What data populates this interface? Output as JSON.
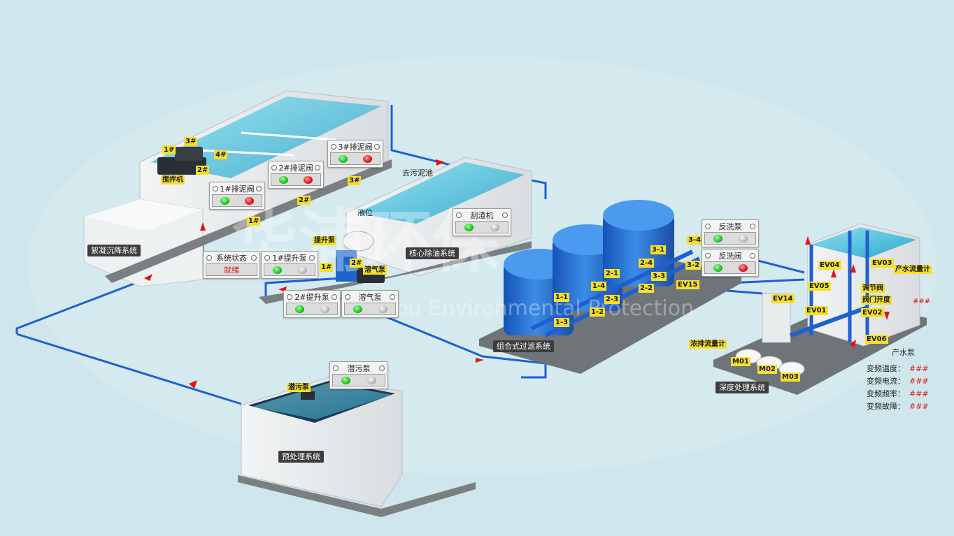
{
  "watermark": {
    "cn": "华浦环保",
    "en": "Huapu Environmental Protection"
  },
  "systems": {
    "flocculation": "絮凝沉降系统",
    "oil_removal": "核心除油系统",
    "filtration": "组合式过滤系统",
    "pretreatment": "预处理系统",
    "deep_treatment": "深度处理系统"
  },
  "labels": {
    "to_sludge": "去污泥池",
    "level": "液位",
    "mixer": "搅拌机",
    "lift_pump": "提升泵",
    "dissolved_air_pump": "溶气泵",
    "sewage_pump": "潜污泵",
    "conc_flowmeter": "浓排流量计",
    "product_flowmeter": "产水流量计",
    "regulating_valve": "调节阀",
    "valve_opening": "阀门开度",
    "valve_opening_value": "###",
    "product_pump": "产水泵"
  },
  "tags": {
    "mixer_nums": [
      "1#",
      "2#",
      "3#",
      "4#"
    ],
    "drain_nums": [
      "1#",
      "2#",
      "3#"
    ],
    "lift_nums": [
      "1#",
      "2#"
    ],
    "filters": [
      "1-1",
      "1-2",
      "1-3",
      "1-4",
      "2-1",
      "2-2",
      "2-3",
      "2-4",
      "3-1",
      "3-2",
      "3-3",
      "3-4"
    ],
    "valves": [
      "EV01",
      "EV02",
      "EV03",
      "EV04",
      "EV05",
      "EV06",
      "EV14",
      "EV15"
    ],
    "membranes": [
      "M01",
      "M02",
      "M03"
    ]
  },
  "panels": {
    "drain1": "1#排泥阀",
    "drain2": "2#排泥阀",
    "drain3": "3#排泥阀",
    "sys_status": "系统状态",
    "sys_status_value": "就绪",
    "lift1": "1#提升泵",
    "lift2": "2#提升泵",
    "dissolved_air": "溶气泵",
    "scraper": "刮渣机",
    "backwash_pump": "反洗泵",
    "backwash_valve": "反洗阀",
    "sewage": "潜污泵"
  },
  "vfd": [
    {
      "label": "变频温度：",
      "value": "###"
    },
    {
      "label": "变频电流：",
      "value": "###"
    },
    {
      "label": "变频频率：",
      "value": "###"
    },
    {
      "label": "变频故障：",
      "value": "###"
    }
  ],
  "colors": {
    "pipe": "#1f5fd0",
    "flow_arrow": "#e01414",
    "tag": "#f6df2b",
    "label_bg": "#3d3d3d",
    "on": "#19c31f",
    "off_alarm": "#e01414"
  }
}
